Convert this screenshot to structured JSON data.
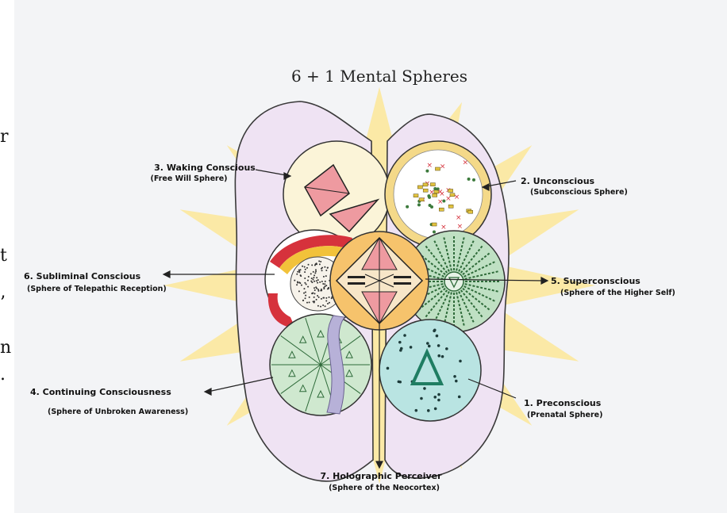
{
  "title": "6 + 1 Mental Spheres",
  "side_fragments": [
    "r",
    "t",
    "’",
    "n",
    "."
  ],
  "spheres": [
    {
      "id": "waking",
      "name": "3. Waking Conscious",
      "sub": "(Free Will Sphere)",
      "icon": "kite-diamond-icon"
    },
    {
      "id": "unconscious",
      "name": "2. Unconscious",
      "sub": "(Subconscious Sphere)",
      "icon": "scattered-symbols-icon"
    },
    {
      "id": "subliminal",
      "name": "6. Subliminal Conscious",
      "sub": "(Sphere of Telepathic Reception)",
      "icon": "banded-stripes-icon"
    },
    {
      "id": "superconscious",
      "name": "5. Superconscious",
      "sub": "(Sphere of the Higher Self)",
      "icon": "sunburst-icon"
    },
    {
      "id": "continuing",
      "name": "4. Continuing Consciousness",
      "sub": "(Sphere of Unbroken Awareness)",
      "icon": "wedge-segments-icon"
    },
    {
      "id": "preconscious",
      "name": "1. Preconscious",
      "sub": "(Prenatal Sphere)",
      "icon": "triangle-icon"
    },
    {
      "id": "holographic",
      "name": "7. Holographic Perceiver",
      "sub": "(Sphere of the Neocortex)",
      "icon": "diamond-pyramid-icon"
    }
  ],
  "colors": {
    "star": "#fbe9a6",
    "brain": "#efe3f3",
    "brain_outline": "#3a3a3a",
    "waking": "#fbf4d8",
    "unconscious": "#f4d989",
    "subliminal": "#ffffff",
    "superconscious": "#bfe0c3",
    "continuing": "#cfe8cf",
    "preconscious": "#b9e4e2",
    "holographic": "#f6c36c",
    "pink": "#ee9aa0",
    "red": "#d6323c"
  }
}
